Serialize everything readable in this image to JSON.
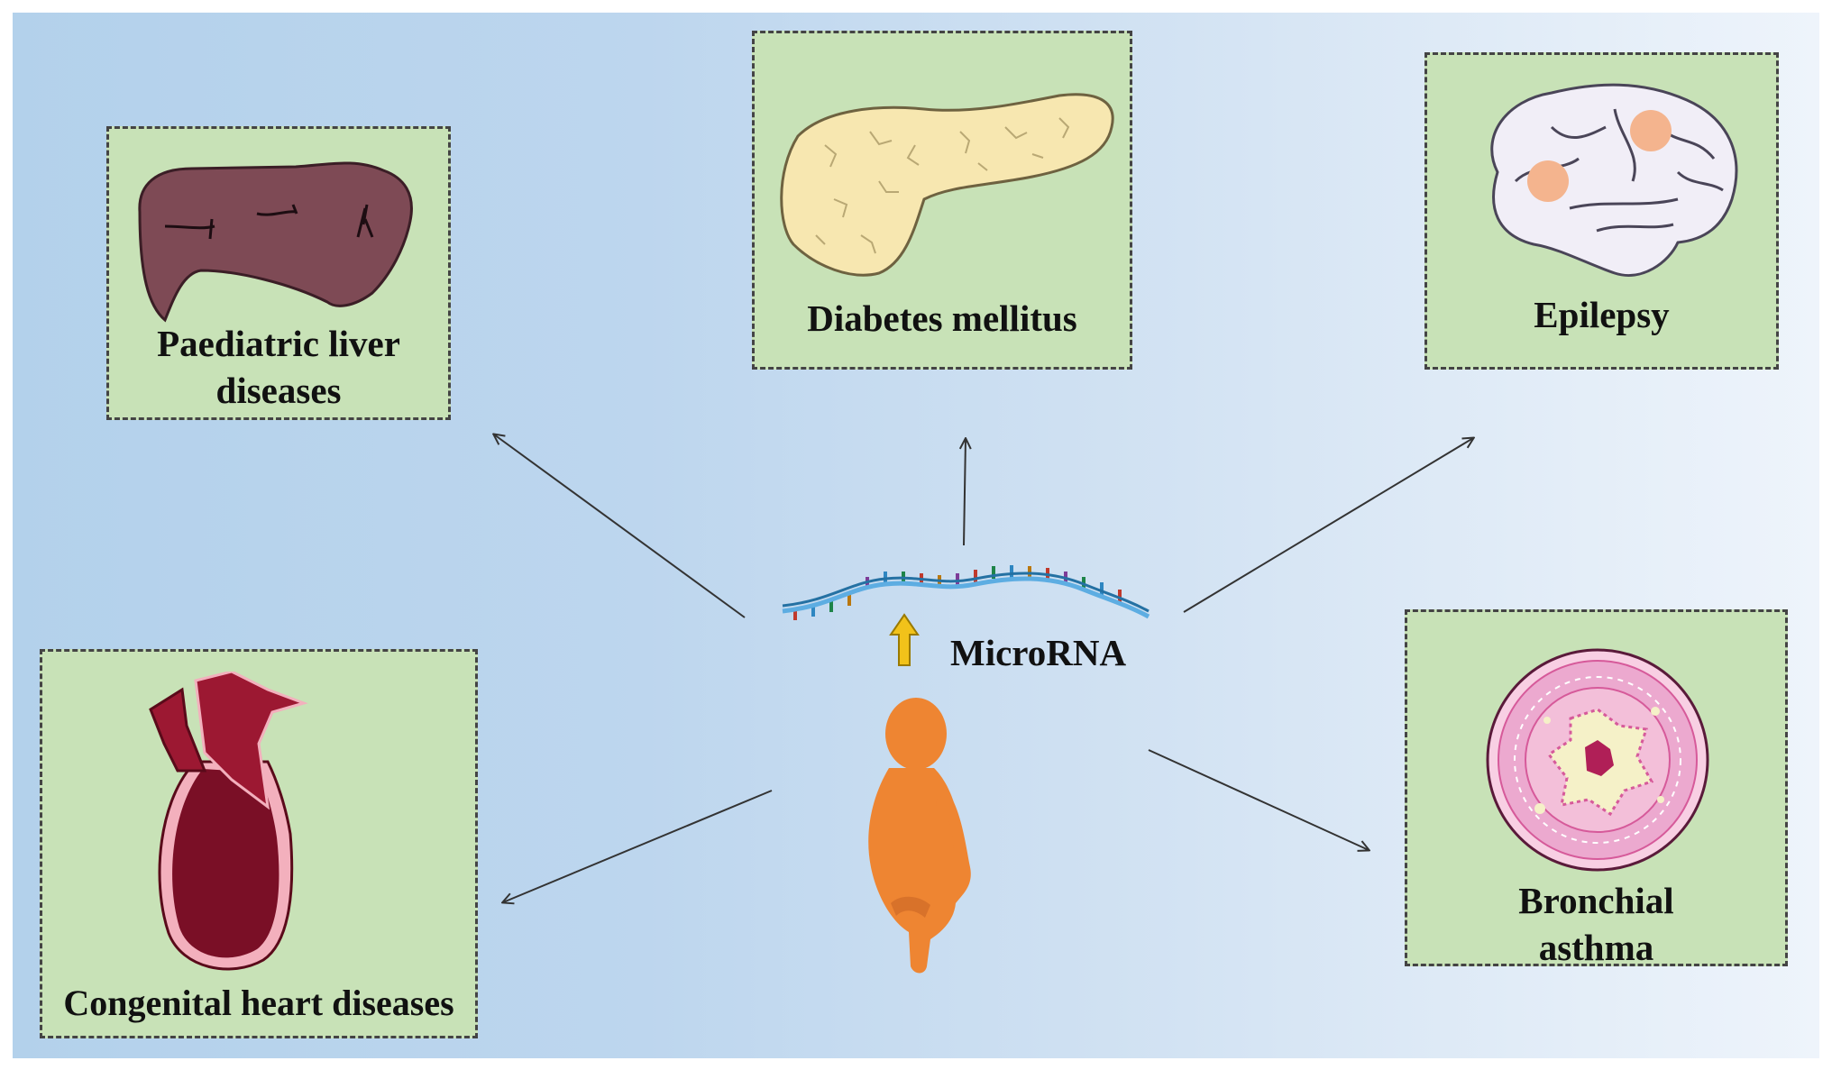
{
  "diagram": {
    "center": {
      "label": "MicroRNA",
      "rna_icon": "rna-strand-icon",
      "up_arrow_icon": "upregulation-arrow-icon",
      "infant_icon": "infant-silhouette-icon"
    },
    "diseases": [
      {
        "id": "liver",
        "line1": "Paediatric liver",
        "line2": "diseases",
        "icon": "liver-icon"
      },
      {
        "id": "diabetes",
        "line1": "Diabetes mellitus",
        "icon": "pancreas-icon"
      },
      {
        "id": "epilepsy",
        "line1": "Epilepsy",
        "icon": "brain-icon"
      },
      {
        "id": "heart",
        "line1": "Congenital heart diseases",
        "icon": "heart-icon"
      },
      {
        "id": "asthma",
        "line1": "Bronchial",
        "line2": "asthma",
        "icon": "bronchus-icon"
      }
    ],
    "colors": {
      "box_fill": "#c8e2b7",
      "infant": "#ee8532",
      "up_arrow": "#f2c21a",
      "liver": "#7e4a55",
      "pancreas": "#f7e7b0",
      "brain": "#f1eef7",
      "brain_spots": "#f4b48e",
      "heart": "#7a0f26",
      "bronchus": "#eca9cf"
    }
  }
}
